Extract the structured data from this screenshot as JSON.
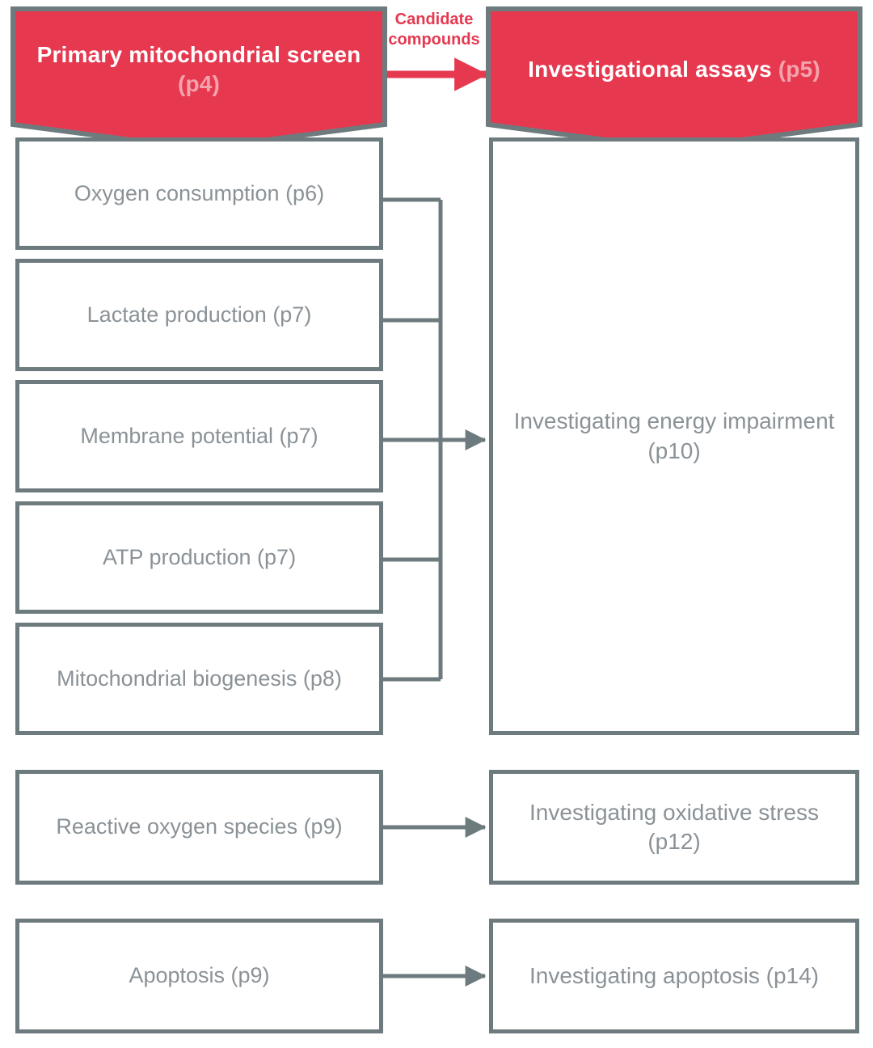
{
  "diagram": {
    "title_left": "Primary mitochondrial screen",
    "title_right": "Investigational assays"
  },
  "banners": {
    "left": {
      "label": "Primary mitochondrial screen",
      "page": "(p4)"
    },
    "right": {
      "label": "Investigational assays",
      "page": "(p5)"
    }
  },
  "flow_label": {
    "line1": "Candidate",
    "line2": "compounds"
  },
  "screen_boxes": [
    {
      "label": "Oxygen consumption (p6)",
      "name": "Oxygen consumption",
      "page": "(p6)"
    },
    {
      "label": "Lactate production (p7)",
      "name": "Lactate production",
      "page": "(p7)"
    },
    {
      "label": "Membrane potential (p7)",
      "name": "Membrane potential",
      "page": "(p7)"
    },
    {
      "label": "ATP production (p7)",
      "name": "ATP production",
      "page": "(p7)"
    },
    {
      "label": "Mitochondrial biogenesis (p8)",
      "name": "Mitochondrial biogenesis",
      "page": "(p8)"
    },
    {
      "label": "Reactive oxygen species (p9)",
      "name": "Reactive oxygen species",
      "page": "(p9)"
    },
    {
      "label": "Apoptosis (p9)",
      "name": "Apoptosis",
      "page": "(p9)"
    }
  ],
  "assay_boxes": [
    {
      "label": "Investigating energy impairment (p10)",
      "name": "Investigating energy impairment",
      "page": "(p10)"
    },
    {
      "label": "Investigating oxidative stress (p12)",
      "name": "Investigating oxidative stress",
      "page": "(p12)"
    },
    {
      "label": "Investigating apoptosis (p14)",
      "name": "Investigating apoptosis",
      "page": "(p14)"
    }
  ],
  "colors": {
    "accent_red": "#e63950",
    "banner_page_pink": "#f4a3ad",
    "line_gray": "#6e7b7e",
    "text_gray": "#8a9297",
    "background": "#ffffff"
  }
}
